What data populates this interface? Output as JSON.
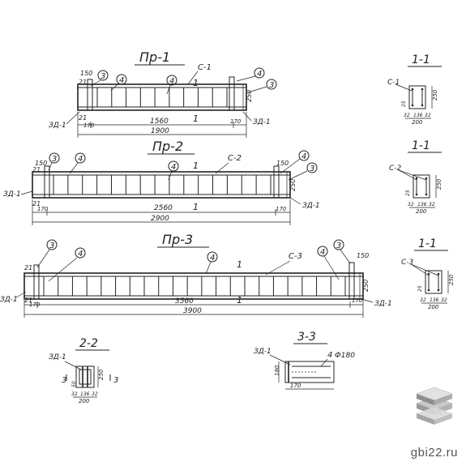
{
  "beams": [
    {
      "title": "Пр-1",
      "frame": "С-1",
      "span": "1560",
      "total": "1900",
      "end": "170",
      "height": "250",
      "cover": "150",
      "top_gap": "21",
      "bottom_gap": "21",
      "left_dim": "170",
      "callouts": [
        "3",
        "4",
        "4",
        "3",
        "4"
      ],
      "embedded": "ЗД-1",
      "section": "1"
    },
    {
      "title": "Пр-2",
      "frame": "С-2",
      "span": "2560",
      "total": "2900",
      "end": "170",
      "height": "250",
      "cover": "150",
      "top_gap": "21",
      "bottom_gap": "21",
      "left_dim": "170",
      "callouts": [
        "3",
        "4",
        "4",
        "4",
        "3"
      ],
      "embedded": "ЗД-1",
      "section": "1"
    },
    {
      "title": "Пр-3",
      "frame": "С-3",
      "span": "3560",
      "total": "3900",
      "end": "170",
      "height": "250",
      "cover": "150",
      "top_gap": "21",
      "bottom_gap": "21",
      "left_dim": "170",
      "callouts": [
        "3",
        "4",
        "4",
        "4",
        "3"
      ],
      "embedded": "ЗД-1",
      "section": "1"
    }
  ],
  "sections": [
    {
      "title": "1-1",
      "frame": "С-1",
      "width": "200",
      "sub_a": "32",
      "sub_b": "136",
      "sub_c": "32",
      "height": "250",
      "dim_small": "25"
    },
    {
      "title": "1-1",
      "frame": "С-2",
      "width": "200",
      "sub_a": "32",
      "sub_b": "136",
      "sub_c": "32",
      "height": "250",
      "dim_small": "25"
    },
    {
      "title": "1-1",
      "frame": "С-3",
      "width": "200",
      "sub_a": "32",
      "sub_b": "136",
      "sub_c": "32",
      "height": "250",
      "dim_small": "25"
    }
  ],
  "section_2_2": {
    "title": "2-2",
    "embedded": "ЗД-1",
    "cut": "3",
    "height": "250",
    "width": "200",
    "sub_a": "32",
    "sub_b": "136",
    "sub_c": "32",
    "dim_small": "50"
  },
  "section_3_3": {
    "title": "3-3",
    "embedded": "ЗД-1",
    "callout": "4",
    "bar": "Ф180",
    "height": "180",
    "width": "170"
  },
  "watermark": "gbi22.ru"
}
